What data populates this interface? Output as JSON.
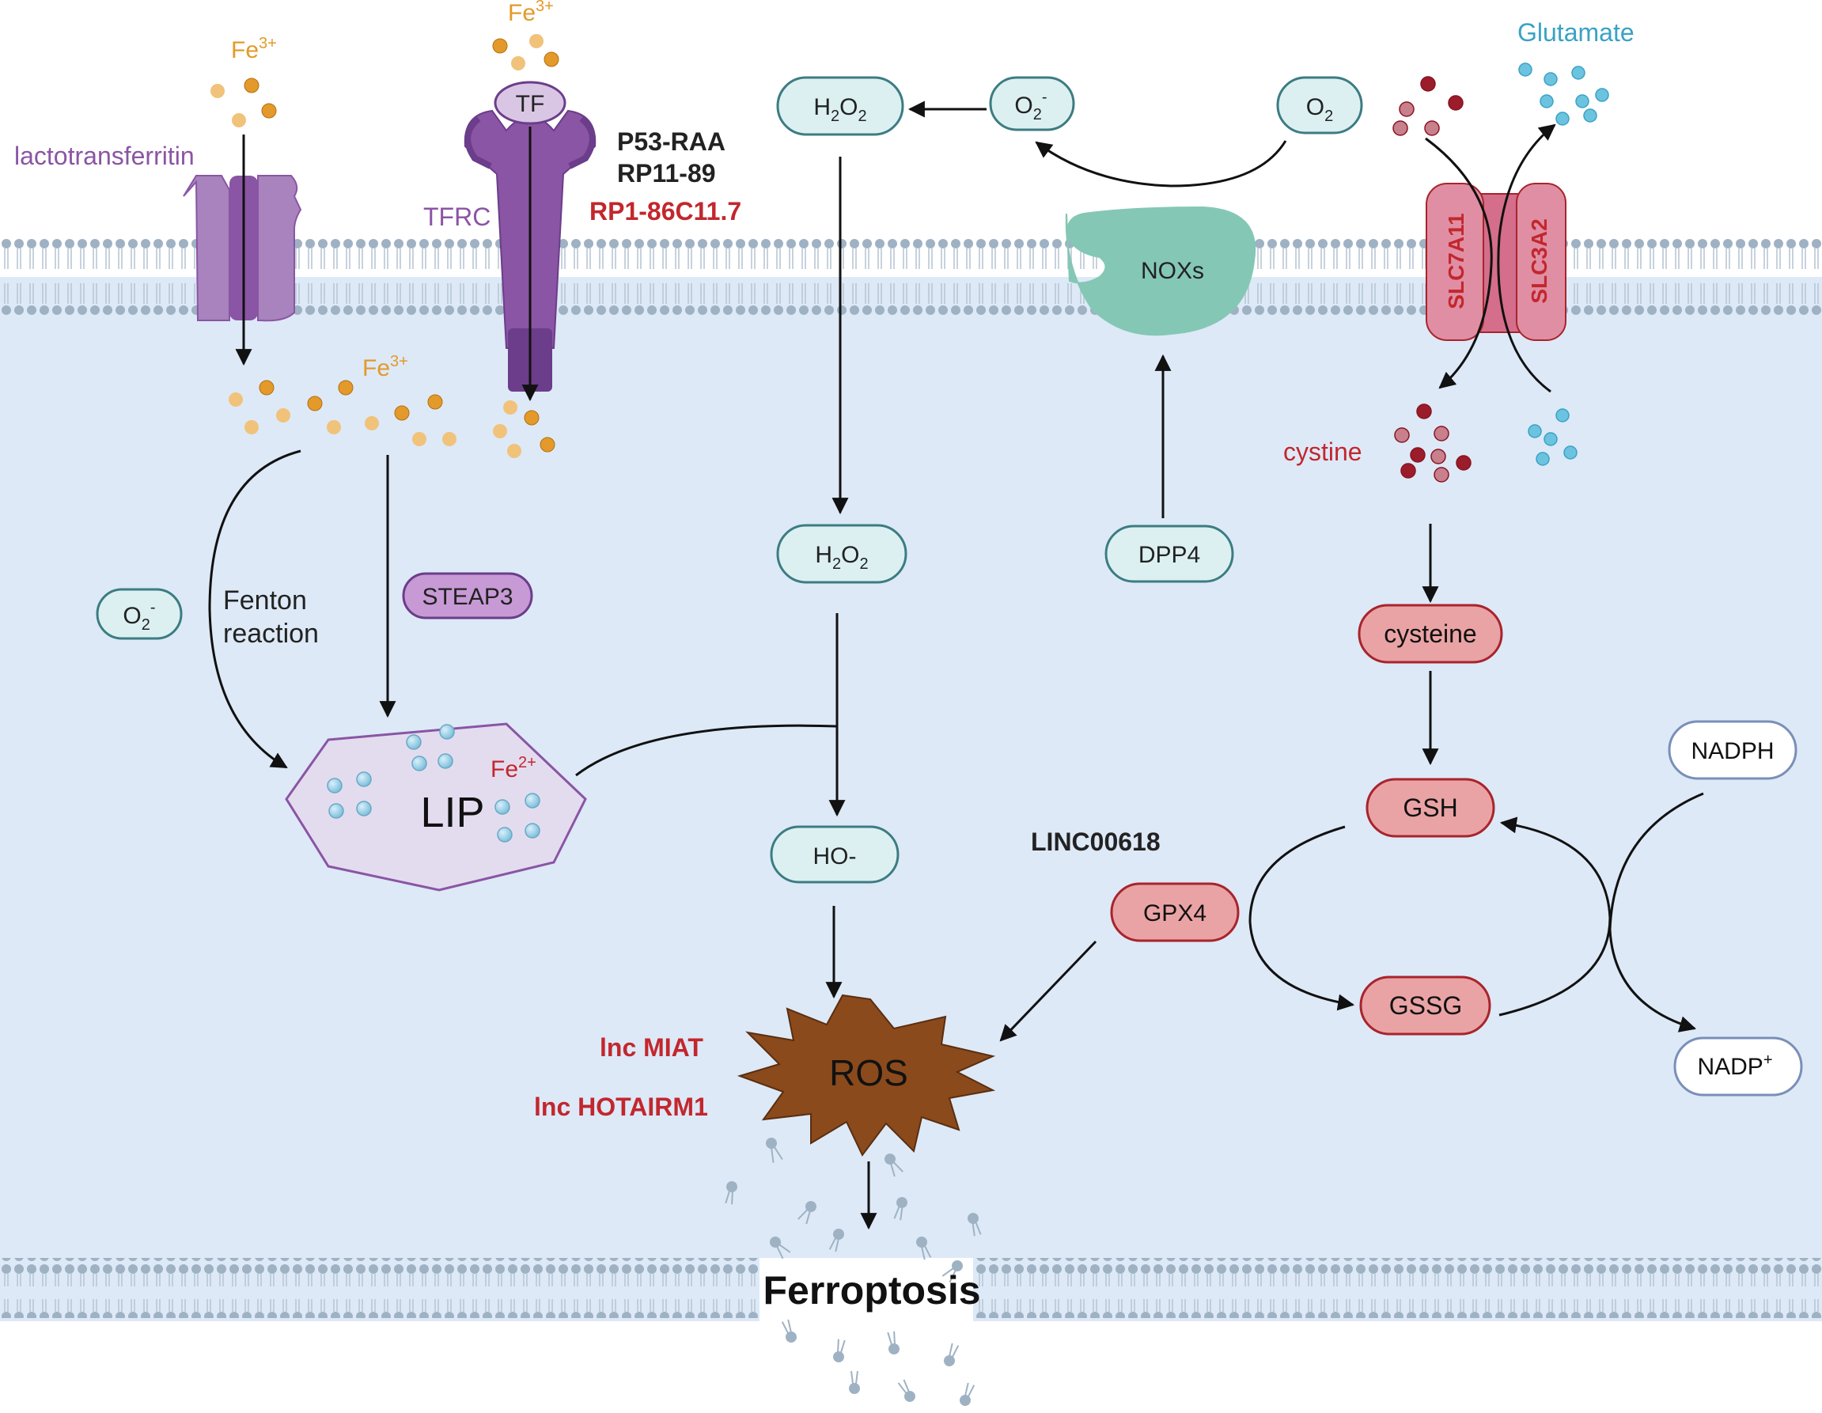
{
  "iron": {
    "lactotransferritin": "lactotransferritin",
    "fe3_label": "Fe",
    "fe3_sup": "3+",
    "fe2_label": "Fe",
    "fe2_sup": "2+",
    "tf": "TF",
    "tfrc": "TFRC",
    "steap3": "STEAP3",
    "fenton_line1": "Fenton",
    "fenton_line2": "reaction",
    "o2_minus_base": "O",
    "o2_minus_sub": "2",
    "o2_minus_sup": "-",
    "lip": "LIP"
  },
  "lncrna": {
    "p53": "P53-RAA",
    "rp11": "RP11-89",
    "rp1": "RP1-86C11.7",
    "linc": "LINC00618",
    "miat": "lnc MIAT",
    "hotairm1": "lnc HOTAIRM1"
  },
  "ros_path": {
    "h2o2_base": "H",
    "h2o2_sub1": "2",
    "h2o2_mid": "O",
    "h2o2_sub2": "2",
    "o2m_base": "O",
    "o2m_sub": "2",
    "o2m_sup": "-",
    "o2_base": "O",
    "o2_sub": "2",
    "noxs": "NOXs",
    "dpp4": "DPP4",
    "ho": "HO-",
    "ros": "ROS",
    "ferroptosis": "Ferroptosis"
  },
  "gsh_path": {
    "glutamate": "Glutamate",
    "slc7a11": "SLC7A11",
    "slc3a2": "SLC3A2",
    "cystine": "cystine",
    "cysteine": "cysteine",
    "gsh": "GSH",
    "gssg": "GSSG",
    "gpx4": "GPX4",
    "nadph": "NADPH",
    "nadp_base": "NADP",
    "nadp_sup": "+"
  },
  "colors": {
    "cell": "#dde9f7",
    "membrane": "#9fb2c4",
    "iron": "#e39a2a",
    "iron_light": "#f1c27a",
    "purple": "#8a55a4",
    "purple_dark": "#6b3d8a",
    "red_text": "#c2272d",
    "teal_box": "#dcf0f2",
    "teal_stroke": "#3c7c82",
    "nox": "#84c7b5",
    "red_box": "#eaa3a5",
    "red_stroke": "#a8242c",
    "slc": "#d46e8a",
    "ros": "#8b4a1c",
    "glutamate": "#3aa2c4",
    "cystine_dark": "#9b1c2a",
    "cystine_light": "#c7808c"
  }
}
